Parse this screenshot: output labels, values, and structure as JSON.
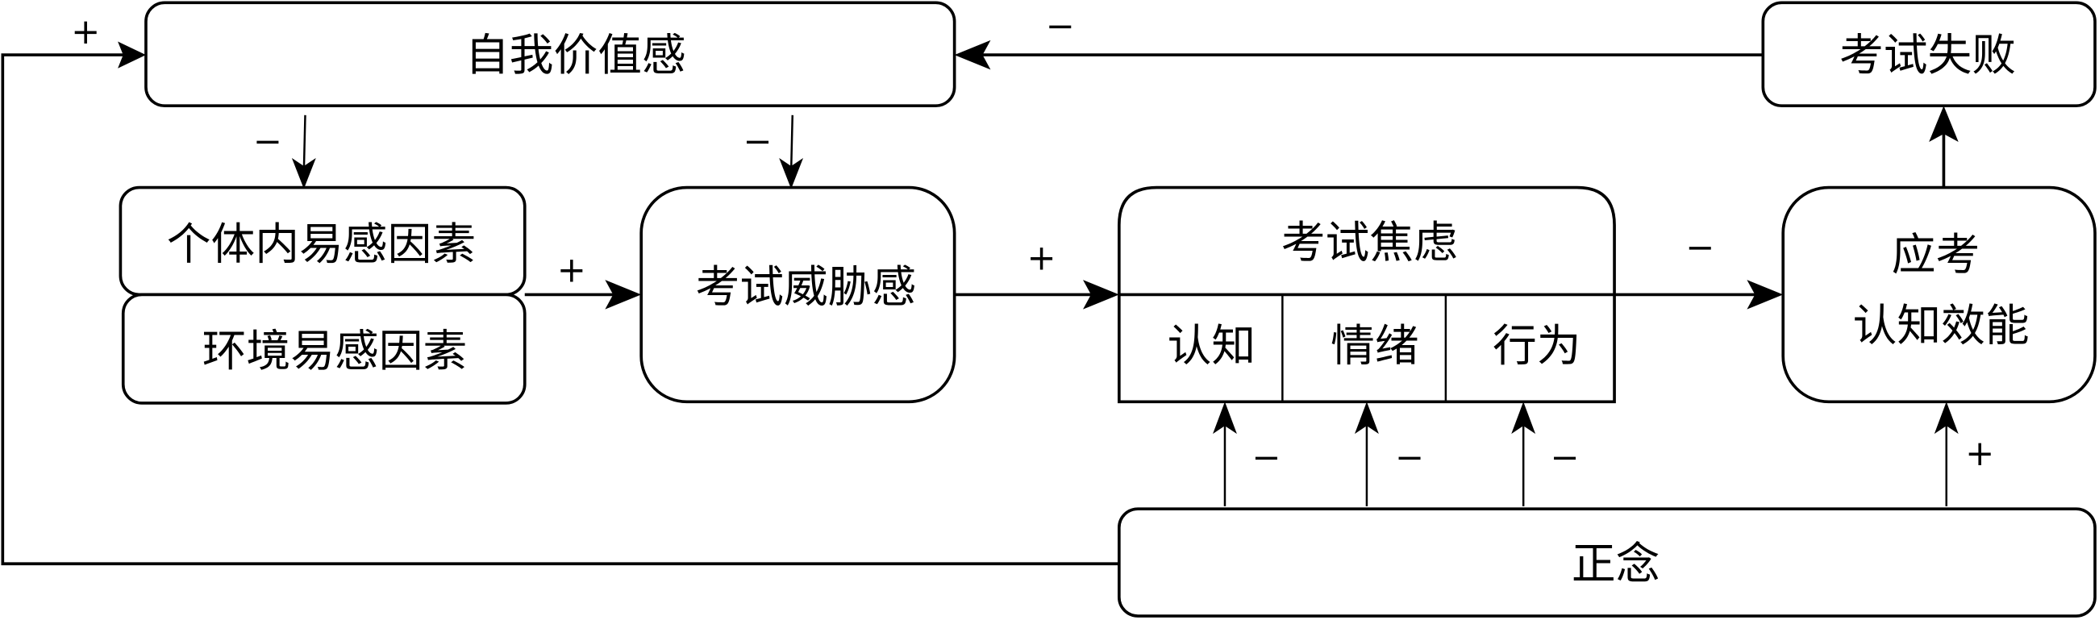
{
  "diagram": {
    "type": "causal-flowchart",
    "nodes": {
      "self_worth": "自我价值感",
      "internal_factors": "个体内易感因素",
      "environmental_factors": "环境易感因素",
      "exam_threat": "考试威胁感",
      "test_anxiety": "考试焦虑",
      "anxiety_cognitive": "认知",
      "anxiety_emotional": "情绪",
      "anxiety_behavioral": "行为",
      "exam_efficacy_line1": "应考",
      "exam_efficacy_line2": "认知效能",
      "exam_failure": "考试失败",
      "mindfulness": "正念"
    },
    "edges": [
      {
        "from": "正念",
        "to": "自我价值感",
        "sign": "+"
      },
      {
        "from": "考试失败",
        "to": "自我价值感",
        "sign": "−"
      },
      {
        "from": "自我价值感",
        "to": "个体内易感因素",
        "sign": "−"
      },
      {
        "from": "自我价值感",
        "to": "考试威胁感",
        "sign": "−"
      },
      {
        "from": "易感因素",
        "to": "考试威胁感",
        "sign": "+"
      },
      {
        "from": "考试威胁感",
        "to": "考试焦虑",
        "sign": "+"
      },
      {
        "from": "考试焦虑",
        "to": "应考认知效能",
        "sign": "−"
      },
      {
        "from": "应考认知效能",
        "to": "考试失败",
        "sign": ""
      },
      {
        "from": "正念",
        "to": "认知",
        "sign": "−"
      },
      {
        "from": "正念",
        "to": "情绪",
        "sign": "−"
      },
      {
        "from": "正念",
        "to": "行为",
        "sign": "−"
      },
      {
        "from": "正念",
        "to": "应考认知效能",
        "sign": "+"
      }
    ]
  }
}
